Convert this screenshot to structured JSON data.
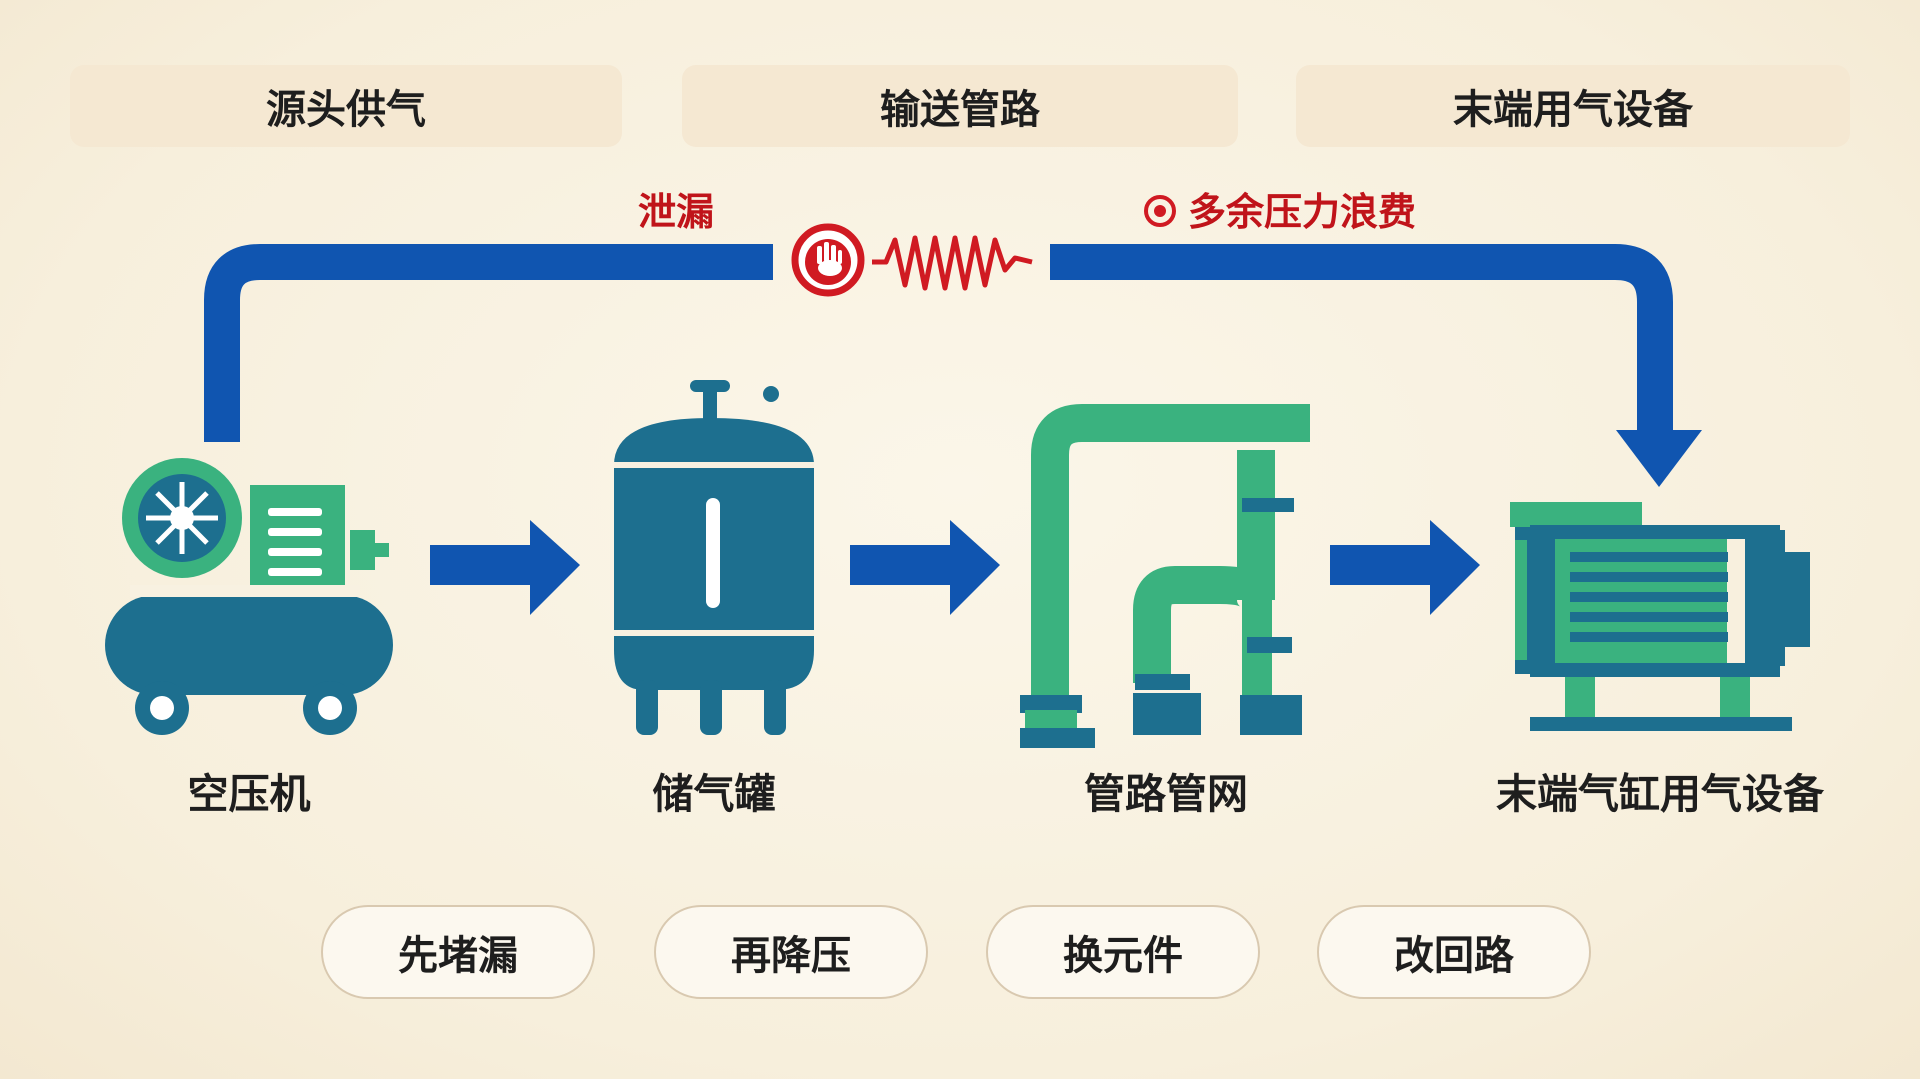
{
  "stages": [
    "源头供气",
    "输送管路",
    "末端用气设备"
  ],
  "warnings": {
    "leak": "泄漏",
    "waste": "多余压力浪费"
  },
  "nodes": [
    "空压机",
    "储气罐",
    "管路管网",
    "末端气缸用气设备"
  ],
  "actions": [
    "先堵漏",
    "再降压",
    "换元件",
    "改回路"
  ],
  "colors": {
    "blue": "#1055b0",
    "teal": "#1d6f8f",
    "green": "#3ab27f",
    "red": "#d01a22",
    "header_bg": "#f5e8d2"
  },
  "icons": [
    "compressor-icon",
    "tank-icon",
    "pipe-network-icon",
    "cylinder-device-icon",
    "stop-hand-icon",
    "zigzag-icon",
    "target-icon"
  ]
}
